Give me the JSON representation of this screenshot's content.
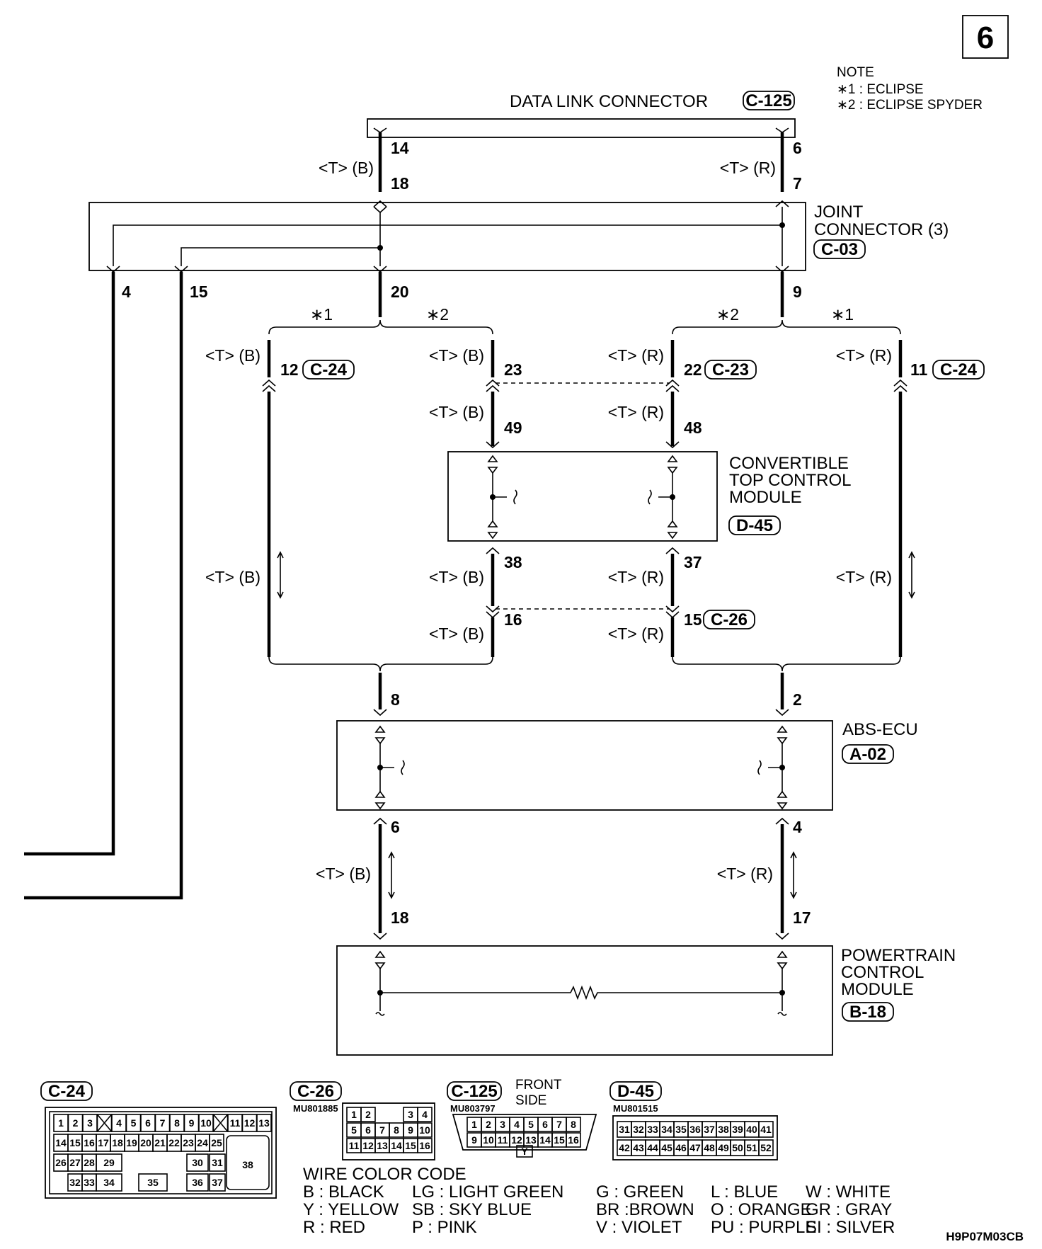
{
  "page_number": "6",
  "note": {
    "title": "NOTE",
    "items": [
      "∗1 : ECLIPSE",
      "∗2 : ECLIPSE SPYDER"
    ]
  },
  "data_link_connector": {
    "name": "DATA LINK CONNECTOR",
    "code": "C-125"
  },
  "joint_connector": {
    "name_line1": "JOINT",
    "name_line2": "CONNECTOR (3)",
    "code": "C-03"
  },
  "wire_labels": {
    "black": "<T> (B)",
    "red": "<T> (R)"
  },
  "variants": {
    "v1": "∗1",
    "v2": "∗2"
  },
  "pins": {
    "dlc_left": "14",
    "dlc_right": "6",
    "jc_left_top": "18",
    "jc_right_top": "7",
    "jc_out_4": "4",
    "jc_out_15": "15",
    "jc_out_20": "20",
    "jc_out_9": "9",
    "c24_left": "12",
    "c24_right": "11",
    "c23_left": "23",
    "c23_right": "22",
    "ctm_in_left": "49",
    "ctm_in_right": "48",
    "ctm_out_left": "38",
    "ctm_out_right": "37",
    "c26_left": "16",
    "c26_right": "15",
    "abs_in_left": "8",
    "abs_in_right": "2",
    "abs_out_left": "6",
    "abs_out_right": "4",
    "pcm_left": "18",
    "pcm_right": "17"
  },
  "connector_codes": {
    "c24": "C-24",
    "c23": "C-23",
    "c26": "C-26"
  },
  "convertible_module": {
    "line1": "CONVERTIBLE",
    "line2": "TOP CONTROL",
    "line3": "MODULE",
    "code": "D-45"
  },
  "abs_ecu": {
    "name": "ABS-ECU",
    "code": "A-02"
  },
  "pcm": {
    "line1": "POWERTRAIN",
    "line2": "CONTROL",
    "line3": "MODULE",
    "code": "B-18"
  },
  "connector_views": {
    "c24": {
      "code": "C-24",
      "row1": [
        "1",
        "2",
        "3",
        "",
        "4",
        "5",
        "6",
        "7",
        "8",
        "9",
        "10",
        "",
        "11",
        "12",
        "13"
      ],
      "row2": [
        "14",
        "15",
        "16",
        "17",
        "18",
        "19",
        "20",
        "21",
        "22",
        "23",
        "24",
        "25"
      ],
      "row3": [
        "26",
        "27",
        "28",
        "29",
        "30",
        "31"
      ],
      "row4": [
        "32",
        "33",
        "34",
        "35",
        "36",
        "37"
      ],
      "big": "38"
    },
    "c26": {
      "code": "C-26",
      "part": "MU801885",
      "row1": [
        "1",
        "2",
        "3",
        "4"
      ],
      "row2": [
        "5",
        "6",
        "7",
        "8",
        "9",
        "10"
      ],
      "row3": [
        "11",
        "12",
        "13",
        "14",
        "15",
        "16"
      ]
    },
    "c125": {
      "code": "C-125",
      "part": "MU803797",
      "side_line1": "FRONT",
      "side_line2": "SIDE",
      "row1": [
        "1",
        "2",
        "3",
        "4",
        "5",
        "6",
        "7",
        "8"
      ],
      "row2": [
        "9",
        "10",
        "11",
        "12",
        "13",
        "14",
        "15",
        "16"
      ],
      "key": "Y"
    },
    "d45": {
      "code": "D-45",
      "part": "MU801515",
      "row1": [
        "31",
        "32",
        "33",
        "34",
        "35",
        "36",
        "37",
        "38",
        "39",
        "40",
        "41"
      ],
      "row2": [
        "42",
        "43",
        "44",
        "45",
        "46",
        "47",
        "48",
        "49",
        "50",
        "51",
        "52"
      ]
    }
  },
  "wire_color_code": {
    "title": "WIRE COLOR CODE",
    "row1": [
      "B : BLACK",
      "LG : LIGHT GREEN",
      "G : GREEN",
      "L : BLUE",
      "W : WHITE"
    ],
    "row2": [
      "Y : YELLOW",
      "SB : SKY BLUE",
      "BR :BROWN",
      "O : ORANGE",
      "GR : GRAY"
    ],
    "row3": [
      "R : RED",
      "P : PINK",
      "V : VIOLET",
      "PU : PURPLE",
      "SI : SILVER"
    ]
  },
  "figure_code": "H9P07M03CB"
}
